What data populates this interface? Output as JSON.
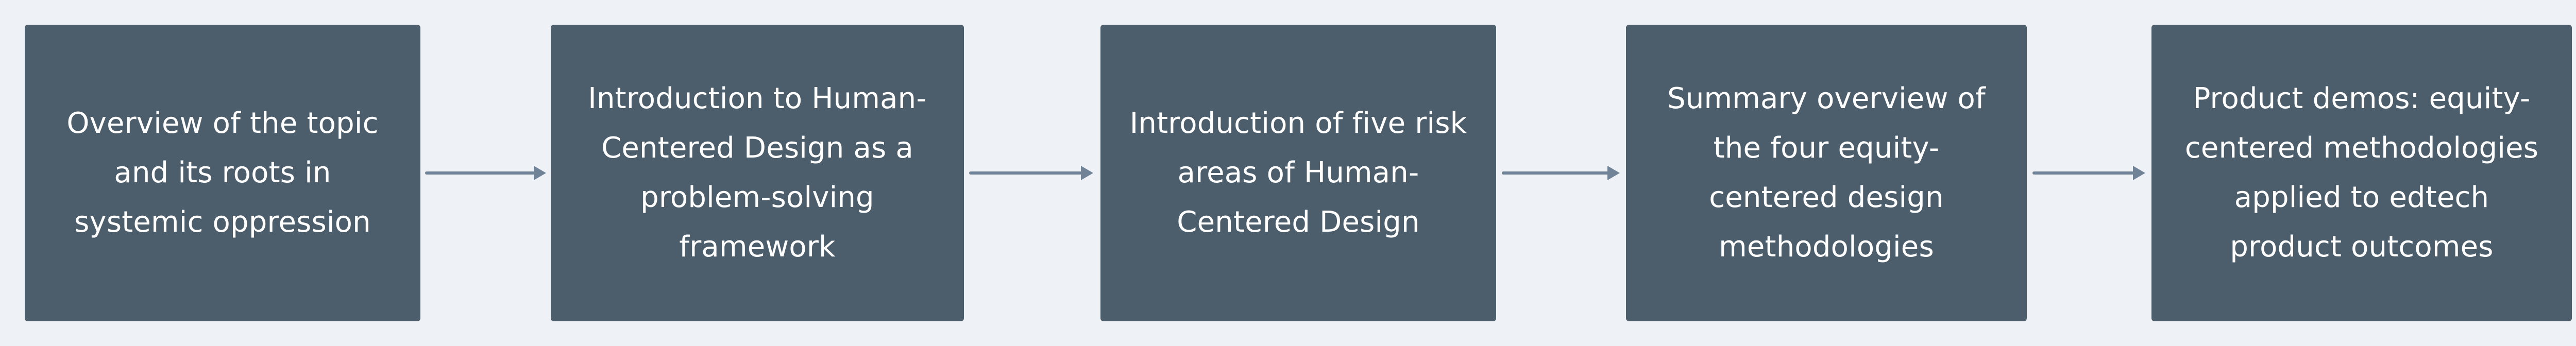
{
  "colors": {
    "background": "#eef2f6",
    "step_fill": "#4c5d6b",
    "step_text": "#ffffff",
    "arrow": "#718396"
  },
  "steps": [
    {
      "lines": [
        "Overview of the topic",
        "and its roots in",
        "systemic oppression"
      ]
    },
    {
      "lines": [
        "Introduction to Human-",
        "Centered Design as a",
        "problem-solving",
        "framework"
      ]
    },
    {
      "lines": [
        "Introduction of five risk",
        "areas of Human-",
        "Centered Design"
      ]
    },
    {
      "lines": [
        "Summary overview of",
        "the four equity-",
        "centered design",
        "methodologies"
      ]
    },
    {
      "lines": [
        "Product demos: equity-",
        "centered methodologies",
        "applied to edtech",
        "product outcomes"
      ]
    }
  ]
}
